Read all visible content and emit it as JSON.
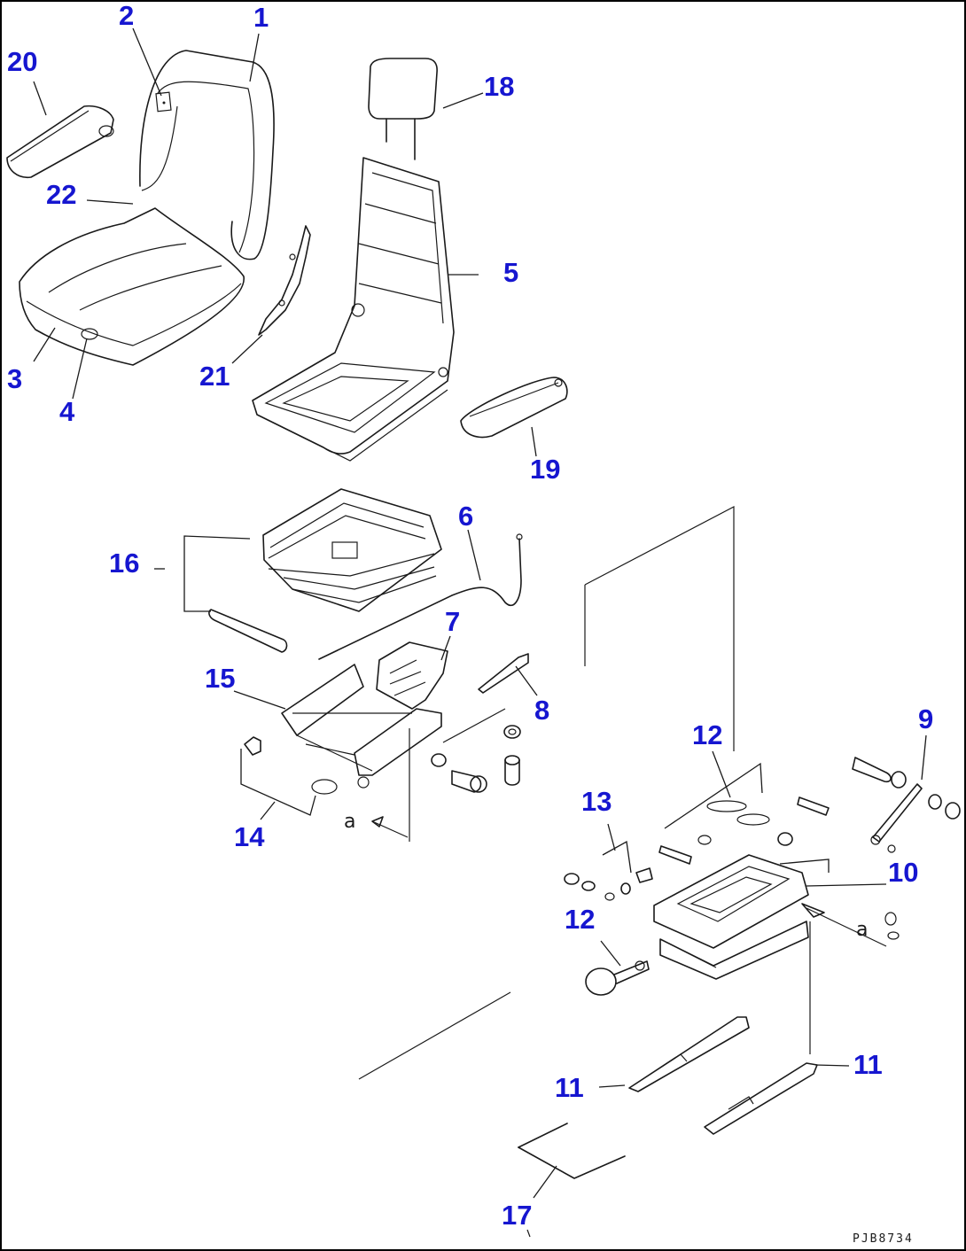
{
  "diagram": {
    "callouts": {
      "c1": "1",
      "c2": "2",
      "c3": "3",
      "c4": "4",
      "c5": "5",
      "c6": "6",
      "c7": "7",
      "c8": "8",
      "c9": "9",
      "c10": "10",
      "c11a": "11",
      "c11b": "11",
      "c12a": "12",
      "c12b": "12",
      "c13": "13",
      "c14": "14",
      "c15": "15",
      "c16": "16",
      "c17": "17",
      "c18": "18",
      "c19": "19",
      "c20": "20",
      "c21": "21",
      "c22": "22"
    },
    "ref_marks": {
      "a1": "a",
      "a2": "a"
    },
    "drawing_code": "PJB8734",
    "callout_color": "#1616d0"
  }
}
